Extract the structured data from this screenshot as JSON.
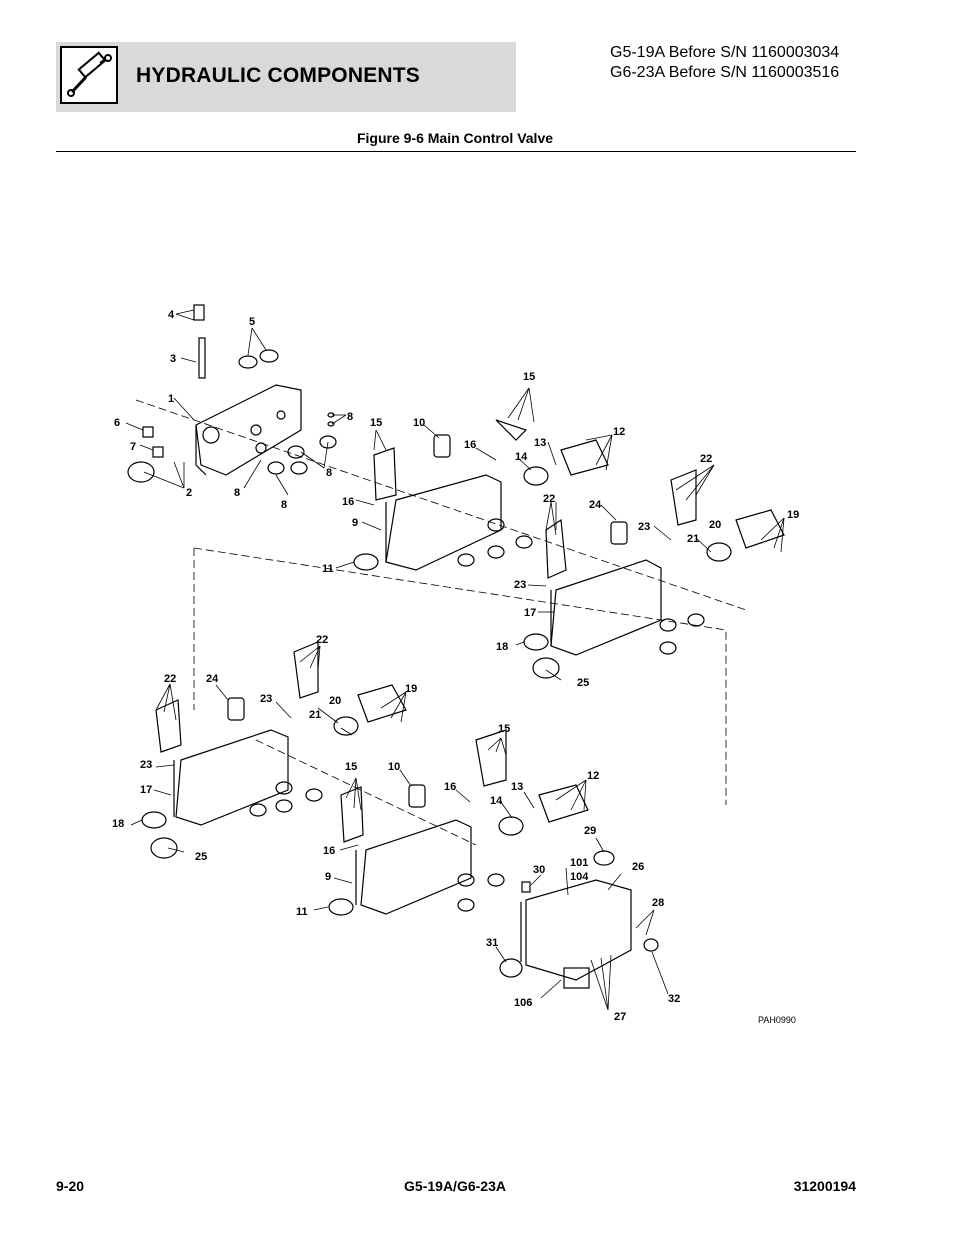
{
  "header": {
    "title": "HYDRAULIC COMPONENTS",
    "icon": "hydraulic-cylinder-icon",
    "serial_lines": [
      "G5-19A Before S/N 1160003034",
      "G6-23A Before S/N 1160003516"
    ]
  },
  "figure": {
    "title": "Figure 9-6 Main Control Valve",
    "code": "PAH0990",
    "callouts": {
      "c1": "1",
      "c2": "2",
      "c3": "3",
      "c4": "4",
      "c5": "5",
      "c6": "6",
      "c7": "7",
      "c8": "8",
      "c9": "9",
      "c10": "10",
      "c11": "11",
      "c12": "12",
      "c13": "13",
      "c14": "14",
      "c15": "15",
      "c16": "16",
      "c17": "17",
      "c18": "18",
      "c19": "19",
      "c20": "20",
      "c21": "21",
      "c22": "22",
      "c23": "23",
      "c24": "24",
      "c25": "25",
      "c26": "26",
      "c27": "27",
      "c28": "28",
      "c29": "29",
      "c30": "30",
      "c31": "31",
      "c32": "32",
      "c101": "101",
      "c104": "104",
      "c106": "106"
    }
  },
  "footer": {
    "page": "9-20",
    "model": "G5-19A/G6-23A",
    "doc_number": "31200194"
  }
}
